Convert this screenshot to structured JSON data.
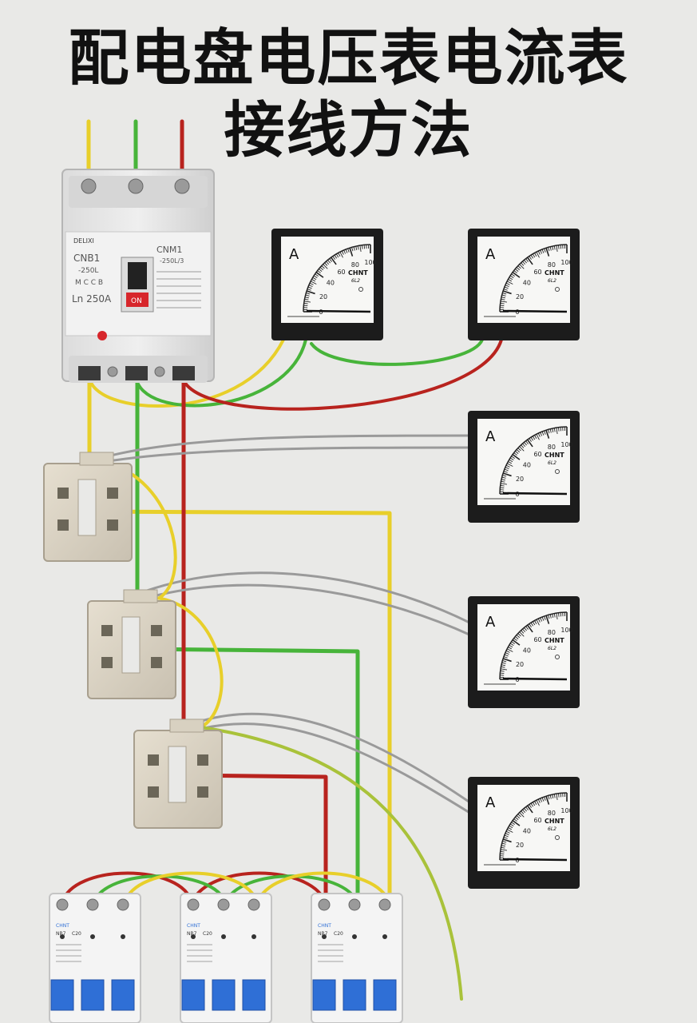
{
  "title": {
    "line1": "配电盘电压表电流表",
    "line2": "接线方法"
  },
  "breaker": {
    "brand": "DELIXI",
    "model_left": "CNB1",
    "model_left_sub": "-250L",
    "type": "M C C B",
    "rating": "Ln 250A",
    "model_right": "CNM1",
    "model_right_sub": "-250L/3",
    "switch_label": "ON"
  },
  "meters": [
    {
      "unit": "A",
      "brand": "CHNT",
      "model": "6L2",
      "scale": [
        "0",
        "20",
        "40",
        "60",
        "80",
        "100"
      ]
    },
    {
      "unit": "A",
      "brand": "CHNT",
      "model": "6L2",
      "scale": [
        "0",
        "20",
        "40",
        "60",
        "80",
        "100"
      ]
    },
    {
      "unit": "A",
      "brand": "CHNT",
      "model": "6L2",
      "scale": [
        "0",
        "20",
        "40",
        "60",
        "80",
        "100"
      ]
    },
    {
      "unit": "A",
      "brand": "CHNT",
      "model": "6L2",
      "scale": [
        "0",
        "20",
        "40",
        "60",
        "80",
        "100"
      ]
    },
    {
      "unit": "A",
      "brand": "CHNT",
      "model": "6L2",
      "scale": [
        "0",
        "20",
        "40",
        "60",
        "80",
        "100"
      ]
    }
  ],
  "mcbs": [
    {
      "brand": "CHNT",
      "model": "NB7",
      "rating": "C20"
    },
    {
      "brand": "CHNT",
      "model": "NB7",
      "rating": "C20"
    },
    {
      "brand": "CHNT",
      "model": "NB7",
      "rating": "C20"
    }
  ],
  "colors": {
    "background": "#e9e9e7",
    "wire_yellow": "#e8cf2a",
    "wire_green": "#47b43a",
    "wire_red": "#b8231e",
    "wire_grey": "#9a9a9a",
    "meter_frame": "#1c1c1c",
    "breaker_red": "#d7262b",
    "mcb_blue": "#2f6fd6"
  }
}
